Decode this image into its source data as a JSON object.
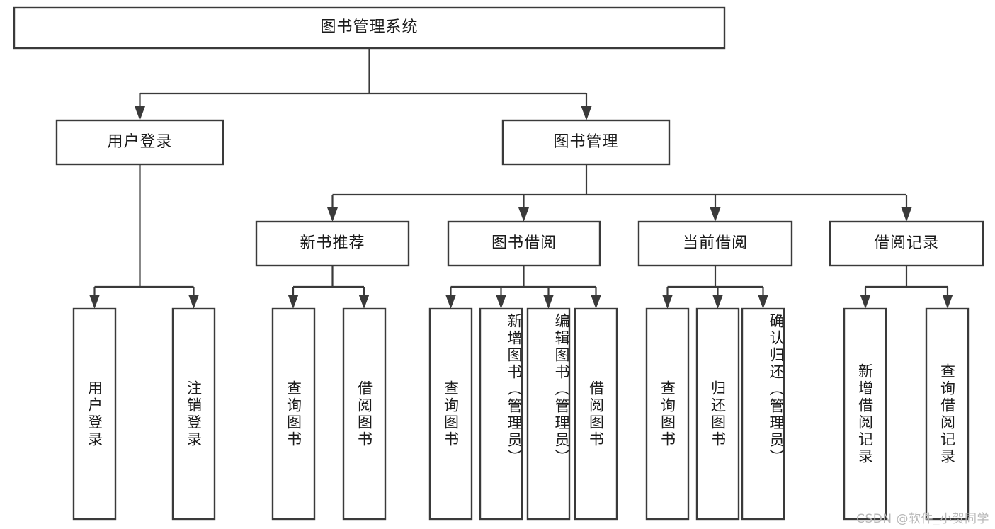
{
  "diagram": {
    "title": "图书管理系统",
    "watermark": "CSDN @软件_小贺同学",
    "stroke_color": "#3a3a3a",
    "fill_color": "#ffffff",
    "text_color": "#1b1b1b",
    "watermark_color": "#b9b9b9",
    "root": {
      "label": "图书管理系统"
    },
    "level2": [
      {
        "label": "用户登录"
      },
      {
        "label": "图书管理"
      }
    ],
    "level3": [
      {
        "label": "新书推荐"
      },
      {
        "label": "图书借阅"
      },
      {
        "label": "当前借阅"
      },
      {
        "label": "借阅记录"
      }
    ],
    "leaves": {
      "user_login": [
        {
          "label": "用户登录"
        },
        {
          "label": "注销登录"
        }
      ],
      "new_book_recommend": [
        {
          "label": "查询图书"
        },
        {
          "label": "借阅图书"
        }
      ],
      "book_borrow": [
        {
          "label": "查询图书"
        },
        {
          "label": "新增图书（管理员）"
        },
        {
          "label": "编辑图书（管理员）"
        },
        {
          "label": "借阅图书"
        }
      ],
      "current_borrow": [
        {
          "label": "查询图书"
        },
        {
          "label": "归还图书"
        },
        {
          "label": "确认归还（管理员）"
        }
      ],
      "borrow_record": [
        {
          "label": "新增借阅记录"
        },
        {
          "label": "查询借阅记录"
        }
      ]
    }
  }
}
